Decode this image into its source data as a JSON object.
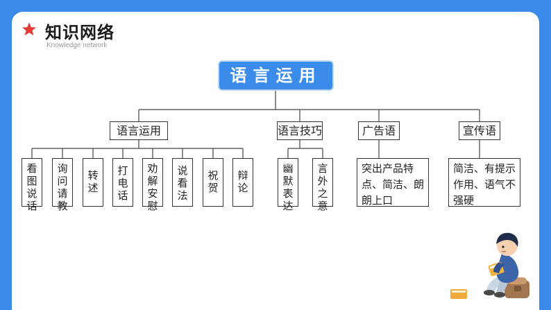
{
  "header": {
    "title": "知识网络",
    "subtitle": "Knowledge network"
  },
  "root": "语言运用",
  "branches": [
    {
      "label": "语言运用",
      "children": [
        "看图说话",
        "询问请教",
        "转述",
        "打电话",
        "劝解安慰",
        "说看法",
        "祝贺",
        "辩论"
      ]
    },
    {
      "label": "语言技巧",
      "children": [
        "幽默表达",
        "言外之意"
      ]
    },
    {
      "label": "广告语",
      "children": [
        "突出产品特点、简洁、朗朗上口"
      ]
    },
    {
      "label": "宣传语",
      "children": [
        "简洁、有提示作用、语气不强硬"
      ]
    }
  ],
  "colors": {
    "primary_blue": "#3b8beb",
    "star_red": "#e53935"
  },
  "icons": {
    "header": "star-icon",
    "decoration": "reading-boy-illustration"
  }
}
